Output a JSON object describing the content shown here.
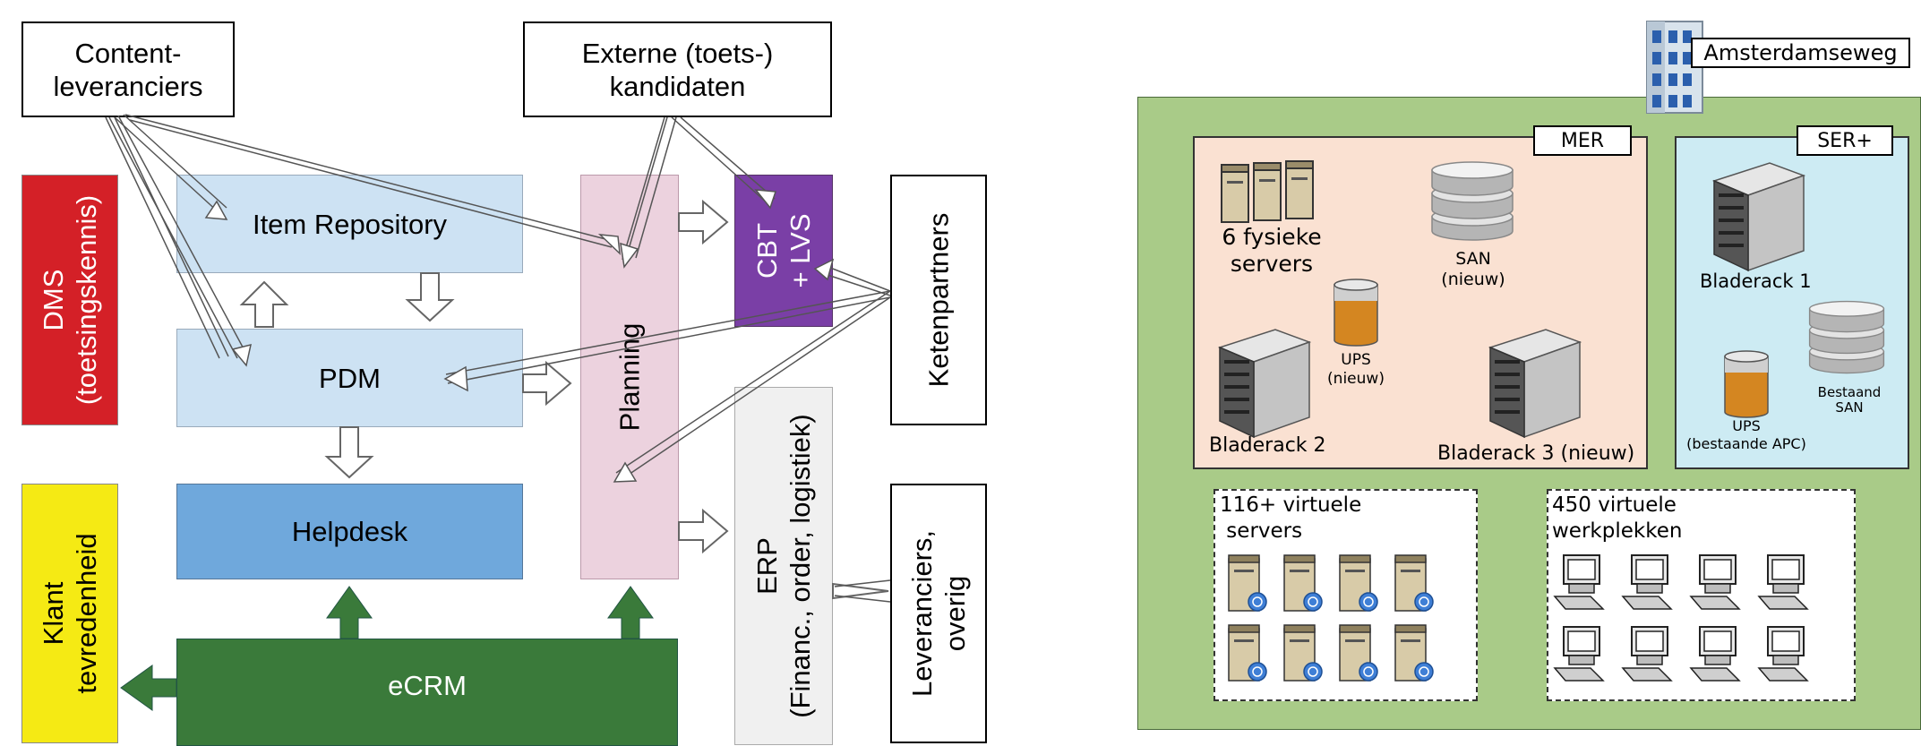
{
  "left": {
    "content_leveranciers": "Content-\nleveranciers",
    "externe_kandidaten": "Externe (toets-)\nkandidaten",
    "dms": "DMS\n(toetsingskennis)",
    "item_repository": "Item Repository",
    "pdm": "PDM",
    "helpdesk": "Helpdesk",
    "planning": "Planning",
    "cbt": "CBT\n+ LVS",
    "ketenpartners": "Ketenpartners",
    "erp": "ERP\n(Financ., order, logistiek)",
    "leveranciers": "Leveranciers,\noverig",
    "klant": "Klant\ntevredenheid",
    "ecrm": "eCRM"
  },
  "right": {
    "building": "Amsterdamseweg",
    "mer": "MER",
    "ser": "SER+",
    "fysieke_servers": "6 fysieke\nservers",
    "san_new": "SAN\n(nieuw)",
    "ups_new": "UPS\n(nieuw)",
    "bladerack2": "Bladerack 2",
    "bladerack3": "Bladerack 3 (nieuw)",
    "bladerack1": "Bladerack 1",
    "bestaand_san": "Bestaand\nSAN",
    "ups_apc": "UPS\n(bestaande APC)",
    "virtuele_servers": "116+ virtuele\n servers",
    "virtuele_werkplekken": "450 virtuele\nwerkplekken"
  },
  "colors": {
    "light_blue": "#cde2f3",
    "helpdesk_blue": "#6fa8dc",
    "pink": "#ecd2de",
    "purple": "#7a3fa6",
    "red": "#d42027",
    "yellow": "#f5ea14",
    "green": "#3a7a3a",
    "light_gray": "#f0f0f0",
    "green_bg": "#a9cb88",
    "peach": "#fae1d2",
    "cyan": "#cdebf3"
  }
}
